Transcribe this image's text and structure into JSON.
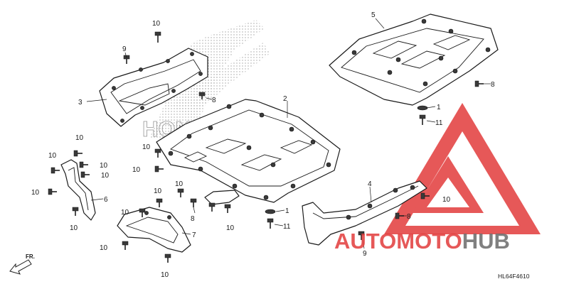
{
  "diagram_code": "HL64F4610",
  "direction_label": "FR.",
  "brand_logo_text": "HONDA",
  "watermark": {
    "part1": "AUTO",
    "part2": "MOTO",
    "part3": "HUB",
    "color": "#e23b3b",
    "dark": "#6b6b6b"
  },
  "callouts": {
    "c1a": "1",
    "c1b": "1",
    "c2": "2",
    "c3": "3",
    "c4": "4",
    "c5": "5",
    "c6": "6",
    "c7": "7",
    "c8a": "8",
    "c8b": "8",
    "c8c": "8",
    "c8d": "8",
    "c9a": "9",
    "c9b": "9",
    "c10a": "10",
    "c10b": "10",
    "c10c": "10",
    "c10d": "10",
    "c10e": "10",
    "c10f": "10",
    "c10g": "10",
    "c10h": "10",
    "c10i": "10",
    "c10j": "10",
    "c10k": "10",
    "c10l": "10",
    "c10m": "10",
    "c10n": "10",
    "c10o": "10",
    "c10p": "10",
    "c11a": "11",
    "c11b": "11"
  }
}
